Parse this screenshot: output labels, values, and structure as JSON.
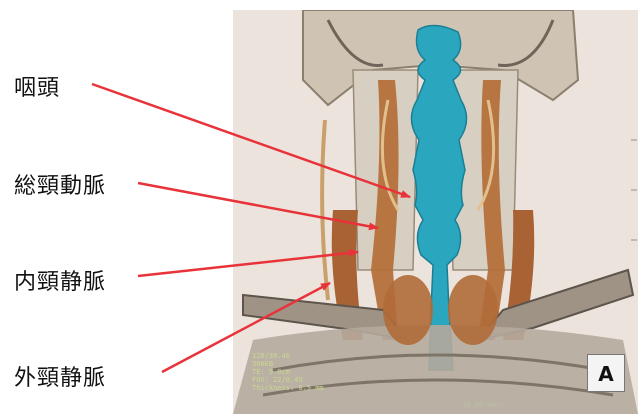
{
  "labels": [
    {
      "id": "pharynx",
      "text": "咽頭"
    },
    {
      "id": "common-carotid-artery",
      "text": "総頸動脈"
    },
    {
      "id": "internal-jugular-vein",
      "text": "内頸静脈"
    },
    {
      "id": "external-jugular-vein",
      "text": "外頸静脈"
    }
  ],
  "colors": {
    "arrow": "#e8333a",
    "airway": "#2aa6bf",
    "tissue": "#b4703a",
    "bone": "#d8cfc3",
    "background": "#ece4dc"
  },
  "scan": {
    "metadata_lines": [
      "120/30.46",
      "300KB",
      "TE: 5.0cm",
      "FOV: 22/0.49",
      "Thickness: 0.5 mm"
    ],
    "footer_text": "10.09 mm/s",
    "orientation_marker": "A"
  }
}
